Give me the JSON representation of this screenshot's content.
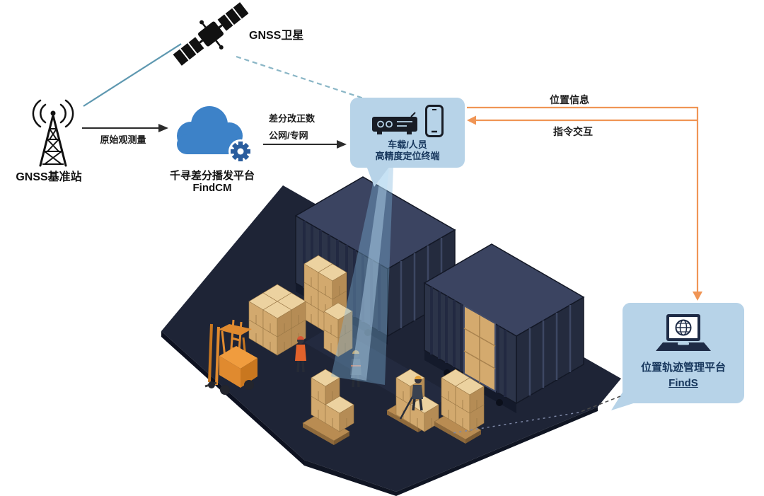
{
  "nodes": {
    "satellite": {
      "label": "GNSS卫星"
    },
    "base_station": {
      "label": "GNSS基准站"
    },
    "cloud": {
      "name": "千寻差分播发平台",
      "product": "FindCM"
    },
    "terminal": {
      "line1": "车载/人员",
      "line2": "高精度定位终端"
    },
    "platform": {
      "name": "位置轨迹管理平台",
      "product": "FindS"
    }
  },
  "edges": {
    "raw_observation": {
      "label": "原始观测量"
    },
    "correction": {
      "line1": "差分改正数",
      "line2": "公网/专网"
    },
    "position_info": {
      "label": "位置信息"
    },
    "command": {
      "label": "指令交互"
    }
  },
  "colors": {
    "link_teal": "#5e98b0",
    "link_teal_dashed": "#8ab6c6",
    "link_orange": "#f09555",
    "link_dark": "#2b2b2b",
    "card_bg": "#b7d3e8",
    "card_text": "#16365c",
    "cloud_blue": "#3d82c8",
    "gear_blue": "#2a5d9e",
    "floor_navy": "#1e2436",
    "container_navy": "#2c3449",
    "cargo_tan": "#d2a96e",
    "forklift_orange": "#e08a2f",
    "beam_blue": "#7fb6dc"
  }
}
